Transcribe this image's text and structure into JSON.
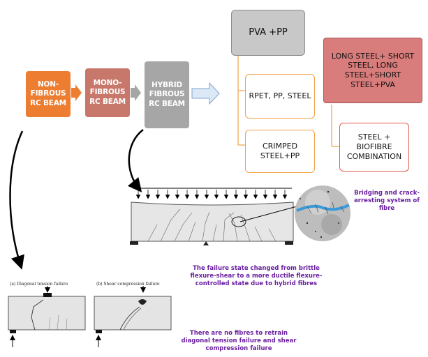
{
  "stages": {
    "non_fibrous": "NON-FIBROUS RC BEAM",
    "mono_fibrous": "MONO-FIBROUS RC BEAM",
    "hybrid_fibrous": "HYBRID FIBROUS RC BEAM"
  },
  "combinations": {
    "pva_pp": "PVA +PP",
    "rpet_pp_steel": "RPET, PP, STEEL",
    "crimped_steel_pp": "CRIMPED STEEL+PP",
    "long_short_steel": "LONG STEEL+ SHORT STEEL, LONG STEEL+SHORT STEEL+PVA",
    "steel_biofibre": "STEEL + BIOFIBRE COMBINATION"
  },
  "notes": {
    "bridging": "Bridging and crack-arresting system of fibre",
    "failure_state": "The failure state changed from brittle flexure-shear to a more ductile flexure-controlled state due to hybrid fibres",
    "no_fibres": "There are no fibres to retrain diagonal tension failure and shear compression failure"
  },
  "captions": {
    "diagonal_tension": "(a) Diagonal tension failure",
    "shear_compression": "(b) Shear compression failure"
  },
  "colors": {
    "non_fibrous": "#ed7d31",
    "mono_fibrous": "#c8786b",
    "hybrid_fibrous": "#a6a6a6",
    "pva_pp": "#c8c8c8",
    "long_short_steel": "#d97c7c",
    "combination_border": "#f2a046",
    "note_text": "#6a1fa0"
  }
}
